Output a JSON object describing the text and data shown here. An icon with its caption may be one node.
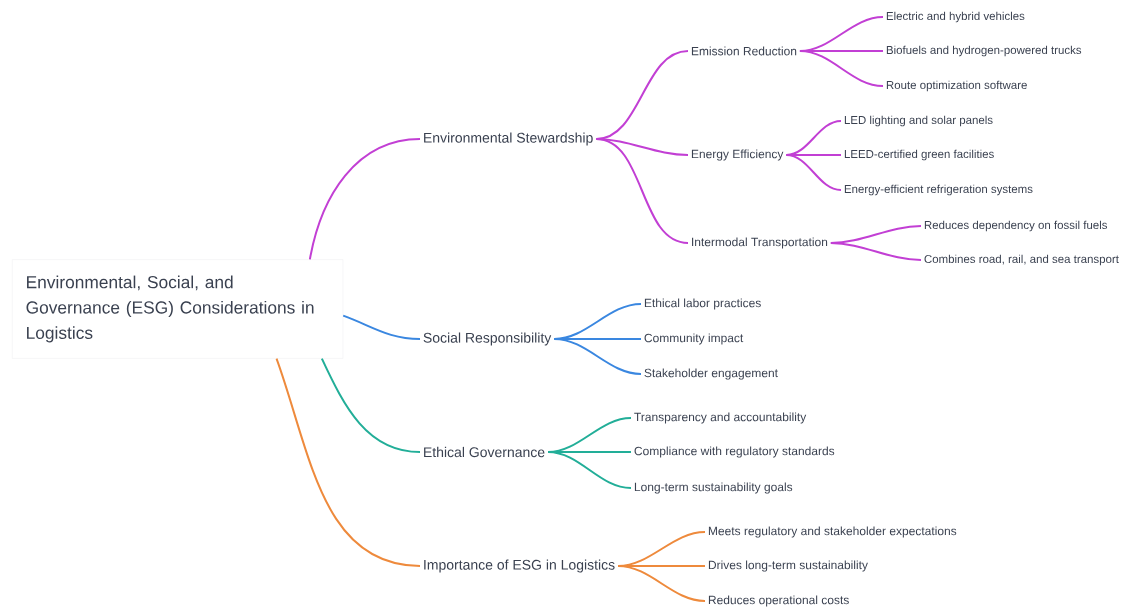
{
  "diagram": {
    "nodes": [
      {
        "text": [
          "Environmental, Social, and Governance (ESG) Considerations in Logistics"
        ]
      },
      {
        "text": [
          "Environmental Stewardship"
        ]
      },
      {
        "text": [
          "Emission Reduction"
        ]
      },
      {
        "text": [
          "Electric and hybrid vehicles"
        ]
      },
      {
        "text": [
          "Biofuels and hydrogen-powered trucks"
        ]
      },
      {
        "text": [
          "Route optimization software"
        ]
      },
      {
        "text": [
          "Energy Efficiency"
        ]
      },
      {
        "text": [
          "LED lighting and solar panels"
        ]
      },
      {
        "text": [
          "LEED-certified green facilities"
        ]
      },
      {
        "text": [
          "Energy-efficient refrigeration systems"
        ]
      },
      {
        "text": [
          "Intermodal Transportation"
        ]
      },
      {
        "text": [
          "Reduces dependency on fossil fuels"
        ]
      },
      {
        "text": [
          "Combines road, rail, and sea transport"
        ]
      },
      {
        "text": [
          "Social Responsibility"
        ]
      },
      {
        "text": [
          "Ethical labor practices"
        ]
      },
      {
        "text": [
          "Community impact"
        ]
      },
      {
        "text": [
          "Stakeholder engagement"
        ]
      },
      {
        "text": [
          "Ethical Governance"
        ]
      },
      {
        "text": [
          "Transparency and accountability"
        ]
      },
      {
        "text": [
          "Compliance with regulatory standards"
        ]
      },
      {
        "text": [
          "Long-term sustainability goals"
        ]
      },
      {
        "text": [
          "Importance of ESG in Logistics"
        ]
      },
      {
        "text": [
          "Meets regulatory and stakeholder expectations"
        ]
      },
      {
        "text": [
          "Drives long-term sustainability"
        ]
      },
      {
        "text": [
          "Reduces operational costs"
        ]
      }
    ],
    "edges": [
      {
        "from": 0,
        "to": 1,
        "arrow": "none"
      },
      {
        "from": 1,
        "to": 2,
        "arrow": "none"
      },
      {
        "from": 2,
        "to": 3,
        "arrow": "none"
      },
      {
        "from": 2,
        "to": 4,
        "arrow": "none"
      },
      {
        "from": 2,
        "to": 5,
        "arrow": "none"
      },
      {
        "from": 1,
        "to": 6,
        "arrow": "none"
      },
      {
        "from": 6,
        "to": 7,
        "arrow": "none"
      },
      {
        "from": 6,
        "to": 8,
        "arrow": "none"
      },
      {
        "from": 6,
        "to": 9,
        "arrow": "none"
      },
      {
        "from": 1,
        "to": 10,
        "arrow": "none"
      },
      {
        "from": 10,
        "to": 11,
        "arrow": "none"
      },
      {
        "from": 10,
        "to": 12,
        "arrow": "none"
      },
      {
        "from": 0,
        "to": 13,
        "arrow": "none",
        "color": "#3a87e0"
      },
      {
        "from": 13,
        "to": 14,
        "arrow": "none",
        "color": "#3a87e0"
      },
      {
        "from": 13,
        "to": 15,
        "arrow": "none",
        "color": "#3a87e0"
      },
      {
        "from": 13,
        "to": 16,
        "arrow": "none",
        "color": "#3a87e0"
      },
      {
        "from": 0,
        "to": 17,
        "arrow": "none",
        "color": "#22ae98"
      },
      {
        "from": 17,
        "to": 18,
        "arrow": "none",
        "color": "#22ae98"
      },
      {
        "from": 17,
        "to": 19,
        "arrow": "none",
        "color": "#22ae98"
      },
      {
        "from": 17,
        "to": 20,
        "arrow": "none",
        "color": "#22ae98"
      },
      {
        "from": 0,
        "to": 21,
        "arrow": "none",
        "color": "#ee8a3c"
      },
      {
        "from": 21,
        "to": 22,
        "arrow": "none",
        "color": "#ee8a3c"
      },
      {
        "from": 21,
        "to": 23,
        "arrow": "none",
        "color": "#ee8a3c"
      },
      {
        "from": 21,
        "to": 24,
        "arrow": "none",
        "color": "#ee8a3c"
      }
    ]
  }
}
